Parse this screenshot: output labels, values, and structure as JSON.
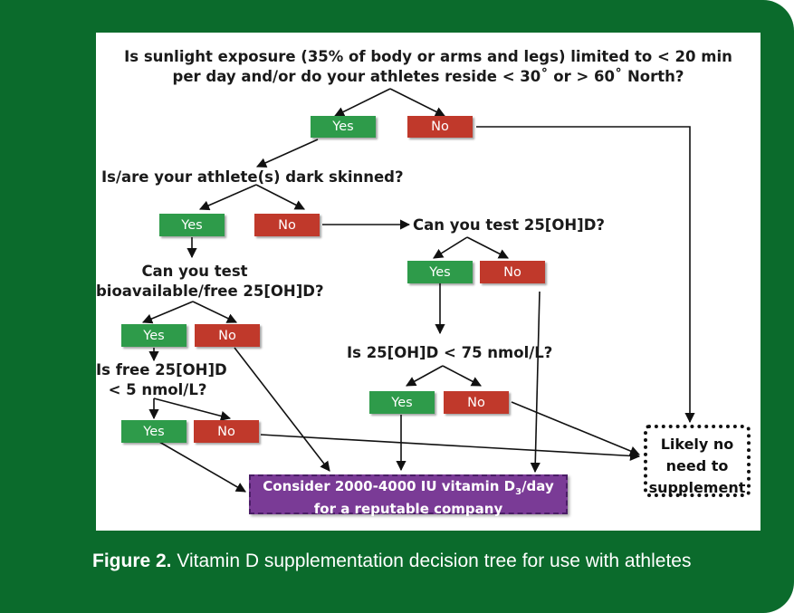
{
  "questions": {
    "q1_line1": "Is sunlight exposure (35% of body or arms and legs) limited to < 20 min",
    "q1_line2": "per day and/or do your athletes reside < 30˚ or > 60˚ North?",
    "q2": "Is/are your athlete(s) dark skinned?",
    "q3": "Can you test 25[OH]D?",
    "q4_line1": "Can you test",
    "q4_line2": "bioavailable/free 25[OH]D?",
    "q5": "Is 25[OH]D < 75 nmol/L?",
    "q6_line1": "Is free 25[OH]D",
    "q6_line2": "< 5 nmol/L?"
  },
  "labels": {
    "yes": "Yes",
    "no": "No"
  },
  "outcomes": {
    "supplement_line1_pre": "Consider 2000-4000 IU vitamin D",
    "supplement_subscript": "3",
    "supplement_line1_post": "/day",
    "supplement_line2": "for a reputable company",
    "no_supplement_line1": "Likely no",
    "no_supplement_line2": "need to",
    "no_supplement_line3": "supplement"
  },
  "caption": {
    "label": "Figure 2.",
    "text": " Vitamin D supplementation decision tree for use with athletes"
  },
  "colors": {
    "frame": "#0b6b2c",
    "yes": "#2e9b4a",
    "no": "#c0392b",
    "outcome_supplement": "#7a3b96"
  }
}
